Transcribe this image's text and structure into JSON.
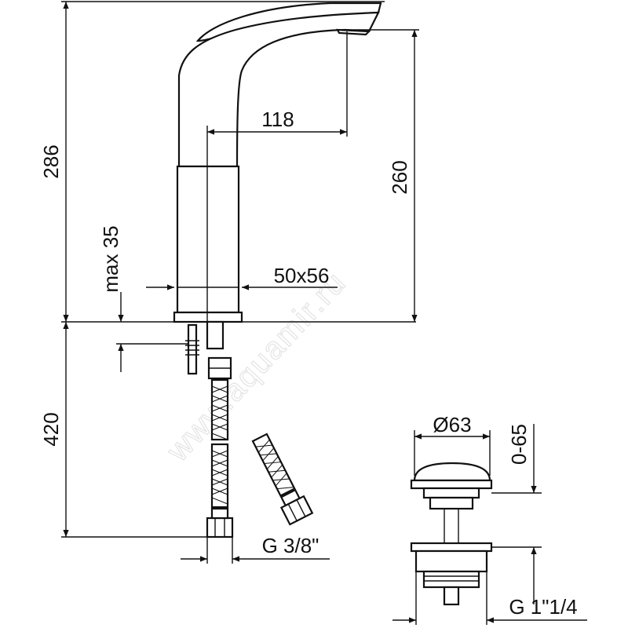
{
  "watermark": "www.aquamir.ru",
  "dimensions": {
    "height_total": "286",
    "spout_reach": "118",
    "spout_height": "260",
    "max_thickness": "max 35",
    "base_size": "50x56",
    "hose_length": "420",
    "hose_thread": "G 3/8\"",
    "drain_diameter": "Ø63",
    "drain_travel": "0-65",
    "drain_thread": "G 1\"1/4"
  },
  "colors": {
    "line": "#111111",
    "background": "#ffffff",
    "watermark": "#e4e4e4"
  }
}
